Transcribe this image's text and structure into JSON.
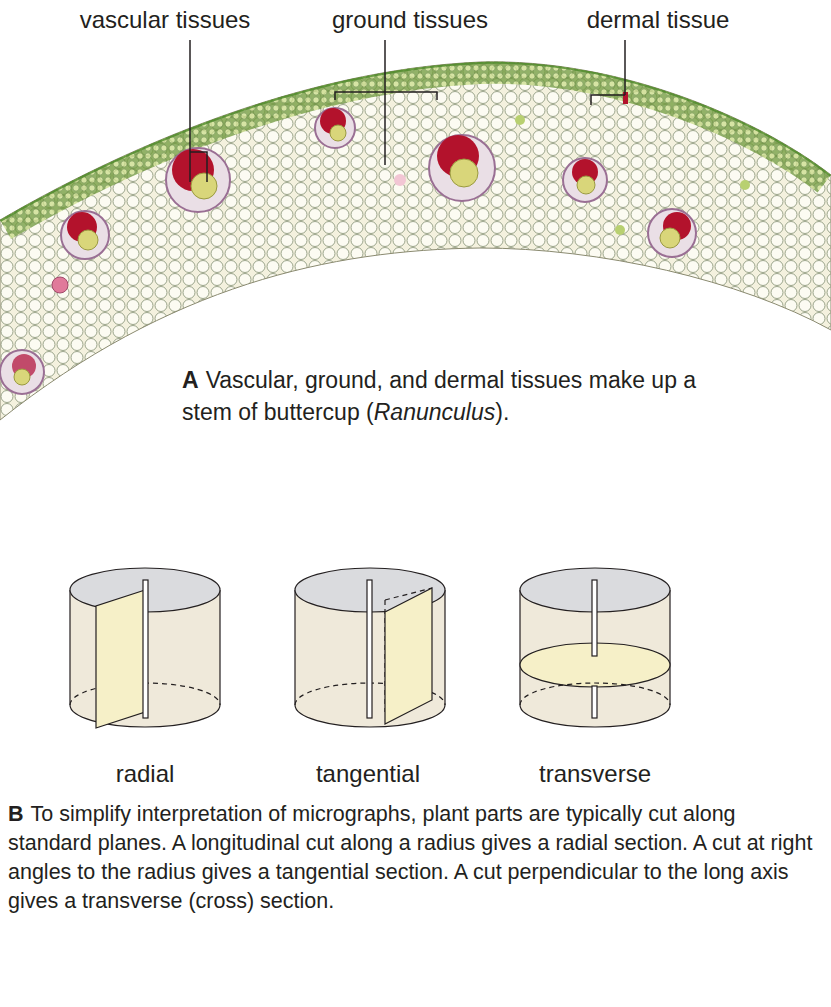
{
  "diagram": {
    "labels": [
      "vascular tissues",
      "ground tissues",
      "dermal tissue",
      "A",
      "Vascular, ground, and dermal tissues make up a stem of buttercup (",
      "Ranunculus",
      ").",
      "radial",
      "tangential",
      "transverse",
      "B",
      "To simplify interpretation of micrographs, plant parts are typically cut along standard planes. A longitudinal cut along a radius gives a radial section. A cut at right angles to the radius gives a tangential section. A cut perpendicular to the long axis gives a transverse (cross) section."
    ]
  }
}
